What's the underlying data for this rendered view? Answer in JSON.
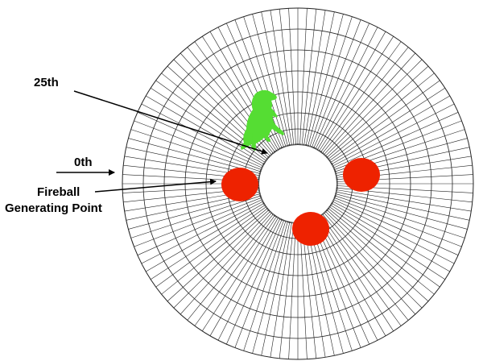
{
  "labels": {
    "ring_25": "25th",
    "ring_0": "0th",
    "generator_line1": "Fireball",
    "generator_line2": "Generating Point"
  },
  "colors": {
    "grid": "#222222",
    "fireball": "#ee2200",
    "dino": "#55dd33",
    "background": "#ffffff"
  },
  "icons": {
    "player": "dinosaur-icon",
    "hazard": "fireball-icon"
  }
}
